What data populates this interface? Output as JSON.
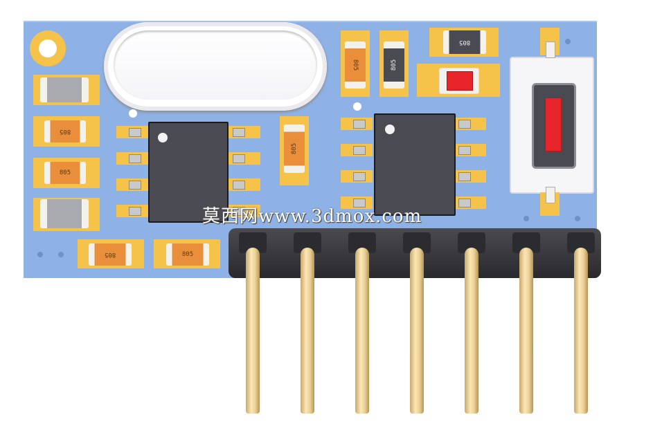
{
  "scene": {
    "description_label": "",
    "watermark_text": "莫西网www.3dmox.com"
  },
  "components": {
    "resistor_labels": [
      "805",
      "805",
      "805",
      "805",
      "805",
      "805"
    ],
    "capacitor_labels": [
      "805",
      "805"
    ]
  },
  "colors": {
    "pcb": "#8fb2e6",
    "pad": "#f5c24a",
    "resistor_body": "#e98f3b",
    "ic_body": "#4a4b52",
    "header_plastic": "#2e2e33",
    "pin_gold": "#e9cf93",
    "led_red": "#e8242b"
  }
}
